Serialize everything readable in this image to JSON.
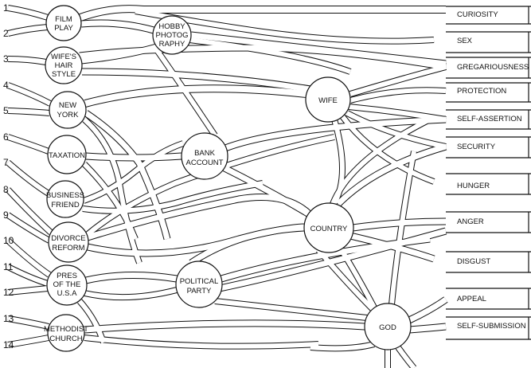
{
  "numbers": [
    "1",
    "2",
    "3",
    "4",
    "5",
    "6",
    "7",
    "8",
    "9",
    "10",
    "11",
    "12",
    "13",
    "14"
  ],
  "left_nodes": [
    {
      "id": "film-play",
      "lines": [
        "FILM",
        "PLAY"
      ]
    },
    {
      "id": "wifes-hair-style",
      "lines": [
        "WIFE'S",
        "HAIR",
        "STYLE"
      ]
    },
    {
      "id": "new-york",
      "lines": [
        "NEW",
        "YORK"
      ]
    },
    {
      "id": "taxation",
      "lines": [
        "TAXATION"
      ]
    },
    {
      "id": "business-friend",
      "lines": [
        "BUSINESS",
        "FRIEND"
      ]
    },
    {
      "id": "divorce-reform",
      "lines": [
        "DIVORCE",
        "REFORM"
      ]
    },
    {
      "id": "pres-of-the-usa",
      "lines": [
        "PRES",
        "OF THE",
        "U.S.A"
      ]
    },
    {
      "id": "methodist-church",
      "lines": [
        "METHODIST",
        "CHURCH"
      ]
    }
  ],
  "middle_nodes": [
    {
      "id": "hobby-photography",
      "lines": [
        "HOBBY",
        "PHOTOG",
        "RAPHY"
      ]
    },
    {
      "id": "bank-account",
      "lines": [
        "BANK",
        "ACCOUNT"
      ]
    },
    {
      "id": "wife",
      "lines": [
        "WIFE"
      ]
    },
    {
      "id": "country",
      "lines": [
        "COUNTRY"
      ]
    },
    {
      "id": "political-party",
      "lines": [
        "POLITICAL",
        "PARTY"
      ]
    },
    {
      "id": "god",
      "lines": [
        "GOD"
      ]
    }
  ],
  "right_labels": [
    "CURIOSITY",
    "SEX",
    "GREGARIOUSNESS",
    "PROTECTION",
    "SELF-ASSERTION",
    "SECURITY",
    "HUNGER",
    "ANGER",
    "DISGUST",
    "APPEAL",
    "SELF-SUBMISSION"
  ],
  "colors": {
    "stroke": "#111111",
    "fill": "#ffffff"
  }
}
